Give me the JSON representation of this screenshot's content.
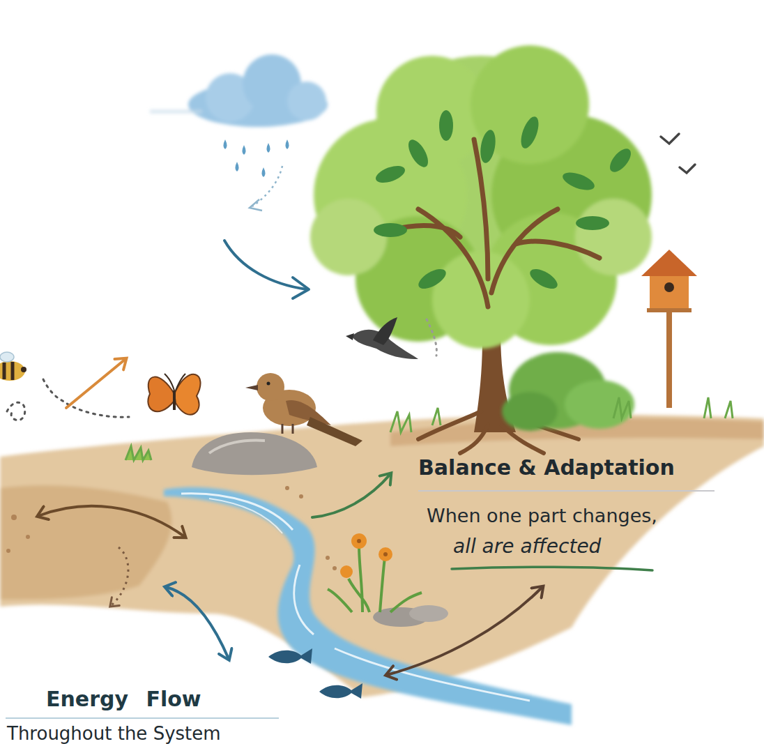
{
  "diagram": {
    "labels": [
      "Balance & Adaptation",
      "When one part changes,",
      "all are affected",
      "Energy Flow",
      "Throughout the System"
    ]
  }
}
